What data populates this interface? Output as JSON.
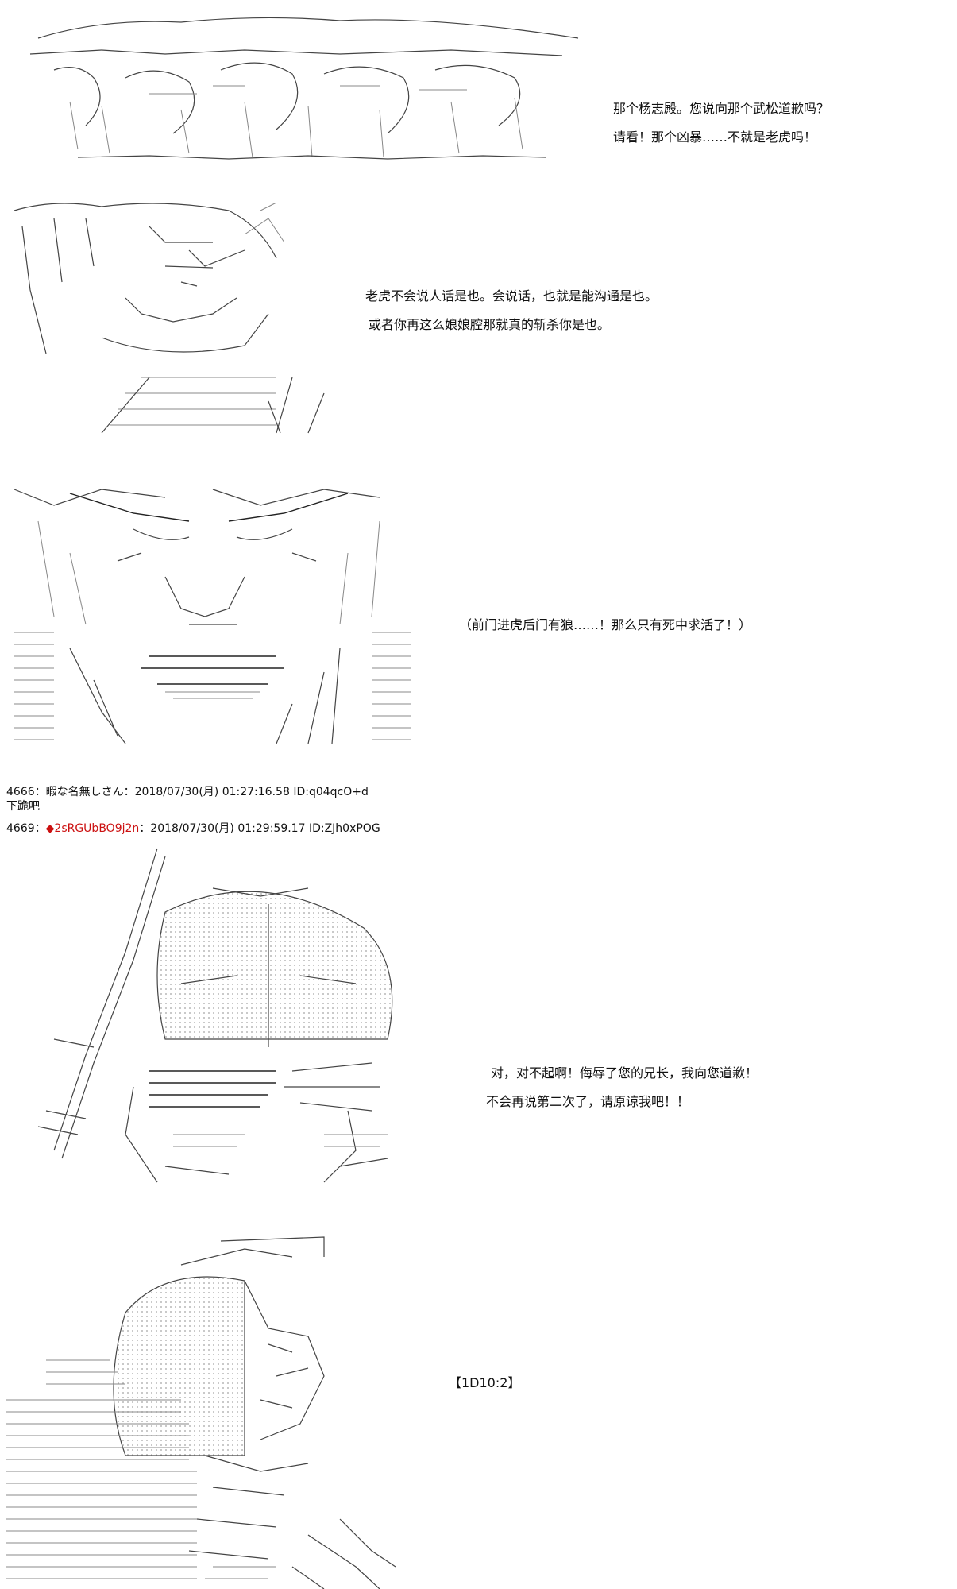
{
  "panels": [
    {
      "id": "panel-1",
      "lines": [
        "那个杨志殿。您说向那个武松道歉吗？",
        "请看！那个凶暴……不就是老虎吗！"
      ]
    },
    {
      "id": "panel-2",
      "lines": [
        "老虎不会说人话是也。会说话，也就是能沟通是也。",
        "或者你再这么娘娘腔那就真的斩杀你是也。"
      ]
    },
    {
      "id": "panel-3",
      "lines": [
        "（前门进虎后门有狼……！那么只有死中求活了！）"
      ]
    },
    {
      "id": "panel-4",
      "lines": [
        "对，对不起啊！侮辱了您的兄长，我向您道歉！",
        "不会再说第二次了，请原谅我吧！！"
      ]
    },
    {
      "id": "panel-5",
      "lines": [
        "【1D10:2】"
      ]
    }
  ],
  "posts": [
    {
      "number": "4666",
      "separator": "：",
      "name": "暇な名無しさん",
      "date": "：2018/07/30(月) 01:27:16.58",
      "id": "ID:q04qcO+d",
      "body": "下跪吧"
    },
    {
      "number": "4669",
      "separator": "：",
      "trip": "◆2sRGUbBO9j2n",
      "date": "：2018/07/30(月) 01:29:59.17",
      "id": "ID:ZJh0xPOG"
    }
  ],
  "colors": {
    "background": "#ffffff",
    "text": "#111111",
    "trip": "#cc1111",
    "art_line": "#444444",
    "art_dots": "#b8b8b8"
  }
}
